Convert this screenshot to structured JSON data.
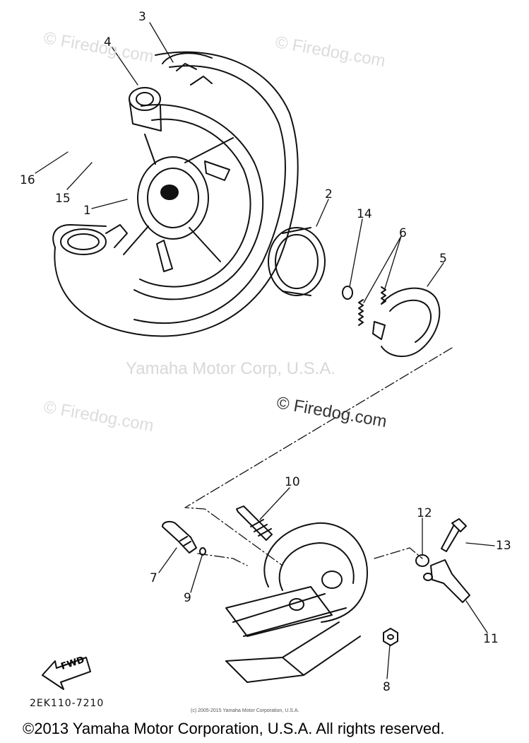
{
  "callouts": [
    {
      "id": "3",
      "label": "3"
    },
    {
      "id": "4",
      "label": "4"
    },
    {
      "id": "16",
      "label": "16"
    },
    {
      "id": "15",
      "label": "15"
    },
    {
      "id": "1",
      "label": "1"
    },
    {
      "id": "2",
      "label": "2"
    },
    {
      "id": "14",
      "label": "14"
    },
    {
      "id": "6",
      "label": "6"
    },
    {
      "id": "5",
      "label": "5"
    },
    {
      "id": "10",
      "label": "10"
    },
    {
      "id": "12",
      "label": "12"
    },
    {
      "id": "13",
      "label": "13"
    },
    {
      "id": "7",
      "label": "7"
    },
    {
      "id": "9",
      "label": "9"
    },
    {
      "id": "11",
      "label": "11"
    },
    {
      "id": "8",
      "label": "8"
    }
  ],
  "watermarks": {
    "firedog": "© Firedog.com",
    "firedog_main": "© Firedog.com",
    "yamaha": "Yamaha Motor Corp, U.S.A."
  },
  "fwd_label": "FWD",
  "diagram_code": "2EK110-7210",
  "small_notice": "(c) 2005-2015 Yamaha Motor Corporation, U.S.A.",
  "copyright": "©2013 Yamaha Motor Corporation, U.S.A. All rights reserved."
}
